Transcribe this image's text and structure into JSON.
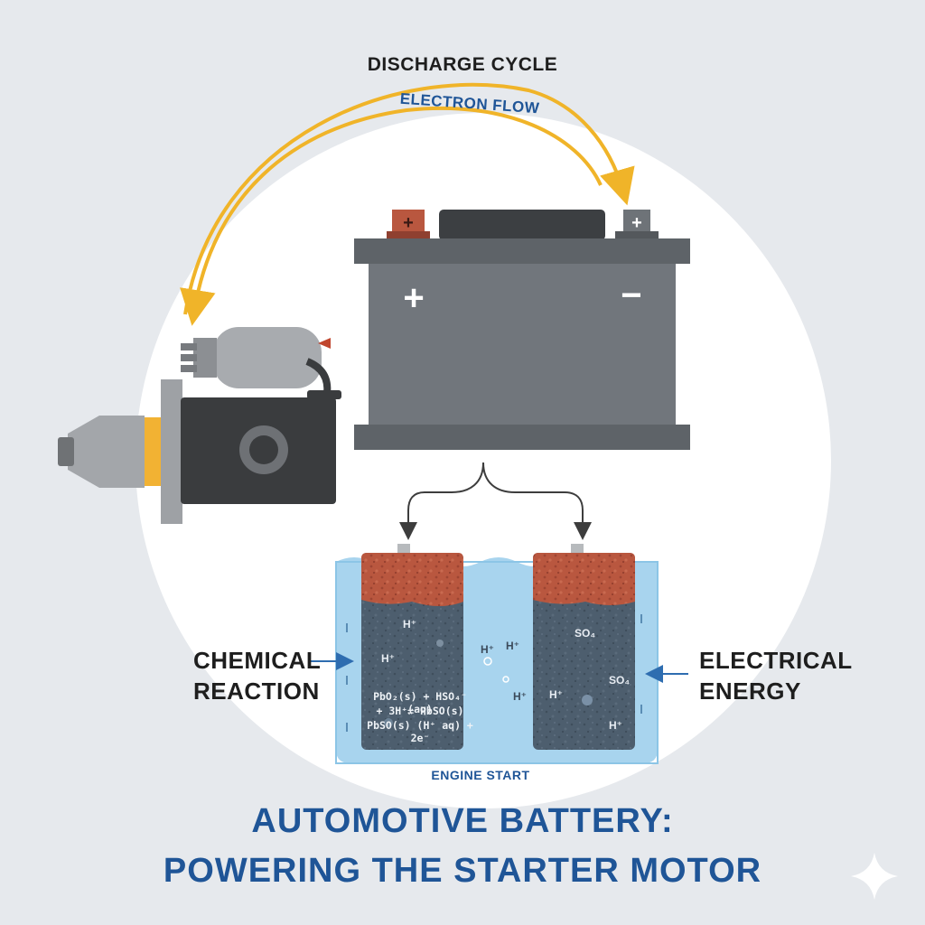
{
  "diagram": {
    "cycle_title": "DISCHARGE CYCLE",
    "flow_label": "ELECTRON FLOW",
    "left_label": [
      "CHEMICAL",
      "REACTION"
    ],
    "right_label": [
      "ELECTRICAL",
      "ENERGY"
    ],
    "bottom_label": "ENGINE START",
    "title": [
      "AUTOMOTIVE BATTERY:",
      "POWERING THE STARTER MOTOR"
    ],
    "battery_symbols": {
      "positive": "+",
      "negative": "−"
    },
    "terminal_symbols": {
      "positive": "+",
      "negative": "+"
    },
    "ions_left": [
      "H⁺",
      "H⁺"
    ],
    "ions_middle": [
      "H⁺",
      "H⁺",
      "H⁺"
    ],
    "ions_right": [
      "SO₄",
      "SO₄",
      "H⁺",
      "H⁺"
    ],
    "equation": [
      "PbO₂(s) + HSO₄⁻ (aq)",
      "+ 3H⁺⇌ PbSO(s)",
      "PbSO(s) (H⁺ aq) + 2e⁻"
    ]
  },
  "colors": {
    "background": "#e6e9ed",
    "circle": "#ffffff",
    "arrow": "#f0b429",
    "battery": "#71767c",
    "battery_dark": "#5e6368",
    "electrolyte": "#a8d4ee",
    "plate": "#4d5e6e",
    "plate_top": "#b9573f",
    "title": "#1f5597",
    "motor": "#3a3c3e",
    "motor_accent": "#f2b233"
  },
  "icons": [
    "curved-arrow",
    "starter-motor",
    "battery",
    "electrolyte-cell",
    "sparkle-icon"
  ]
}
